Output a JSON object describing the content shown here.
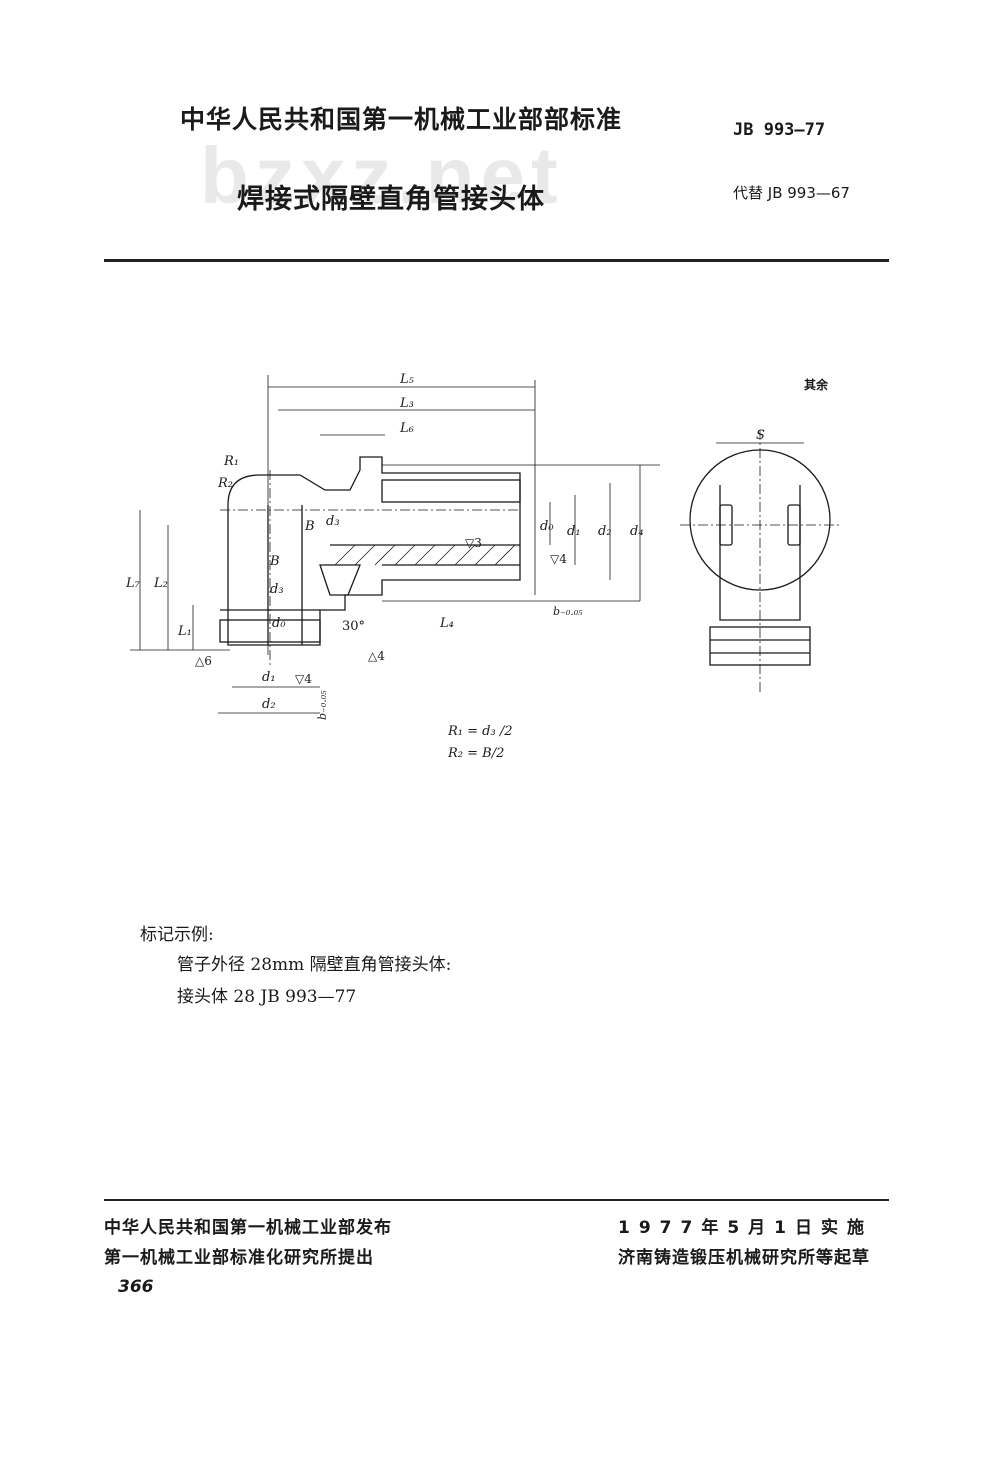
{
  "header": {
    "org_title": "中华人民共和国第一机械工业部部标准",
    "standard_number": "JB 993—77",
    "document_title": "焊接式隔壁直角管接头体",
    "replaces": "代替 JB 993—67",
    "watermark": "bzxz.net"
  },
  "drawing": {
    "roughness_note": "其余",
    "formula_r1": "R₁ = d₃ /2",
    "formula_r2": "R₂ = B/2",
    "labels": {
      "L5": "L₅",
      "L3": "L₃",
      "L6": "L₆",
      "L4": "L₄",
      "L7": "L₇",
      "L2": "L₂",
      "L1": "L₁",
      "R1": "R₁",
      "R2": "R₂",
      "B": "B",
      "d0": "d₀",
      "d1": "d₁",
      "d2": "d₂",
      "d3": "d₃",
      "d4": "d₄",
      "b_tol": "b₋₀.₀₅",
      "angle": "30°",
      "S": "S",
      "r3": "▽3",
      "r4": "▽4",
      "t4": "△4",
      "t6": "△6"
    }
  },
  "marking": {
    "heading": "标记示例:",
    "line1": "管子外径 28mm 隔壁直角管接头体:",
    "line2": "接头体   28   JB 993—77"
  },
  "footer": {
    "publisher": "中华人民共和国第一机械工业部发布",
    "proposer": "第一机械工业部标准化研究所提出",
    "effective": "1977年5月1日实施",
    "drafter": "济南铸造锻压机械研究所等起草",
    "page_number": "366"
  }
}
